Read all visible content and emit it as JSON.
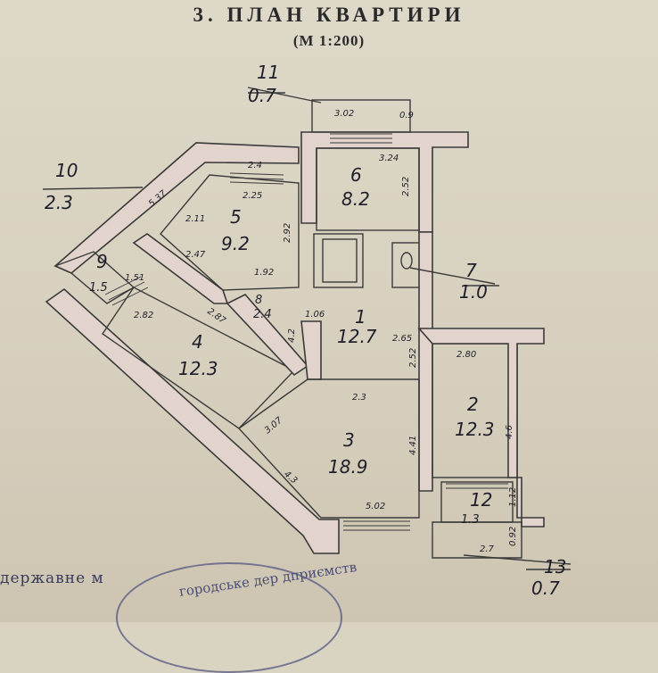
{
  "header": {
    "title": "3. ПЛАН КВАРТИРИ",
    "scale": "(М 1:200)"
  },
  "rooms": [
    {
      "id": "1",
      "area": "12.7"
    },
    {
      "id": "2",
      "area": "12.3"
    },
    {
      "id": "3",
      "area": "18.9"
    },
    {
      "id": "4",
      "area": "12.3"
    },
    {
      "id": "5",
      "area": "9.2"
    },
    {
      "id": "6",
      "area": "8.2"
    },
    {
      "id": "7",
      "area": "1.0"
    },
    {
      "id": "8",
      "area": "2.4"
    },
    {
      "id": "9",
      "area": "1.5"
    },
    {
      "id": "10",
      "area": "2.3"
    },
    {
      "id": "11",
      "area": "0.7"
    },
    {
      "id": "12",
      "area": "1.3"
    },
    {
      "id": "13",
      "area": "0.7"
    }
  ],
  "dimensions": {
    "d_302": "3.02",
    "d_09": "0.9",
    "d_324": "3.24",
    "d_252a": "2.52",
    "d_24": "2.4",
    "d_225": "2.25",
    "d_537": "5.37",
    "d_211": "2.11",
    "d_247": "2.47",
    "d_292": "2.92",
    "d_192": "1.92",
    "d_51": "1.51",
    "d_282": "2.82",
    "d_287": "2.87",
    "d_106": "1.06",
    "d_42": "4.2",
    "d_265": "2.65",
    "d_252b": "2.52",
    "d_280": "2.80",
    "d_23": "2.3",
    "d_307": "3.07",
    "d_441": "4.41",
    "d_46": "4.6",
    "d_43": "4.3",
    "d_502": "5.02",
    "d_112": "1.12",
    "d_27": "2.7",
    "d_092": "0.92"
  },
  "footer": {
    "left_text": "державне м",
    "stamp_text": "городське дер",
    "stamp_text_2": "дприємств"
  }
}
